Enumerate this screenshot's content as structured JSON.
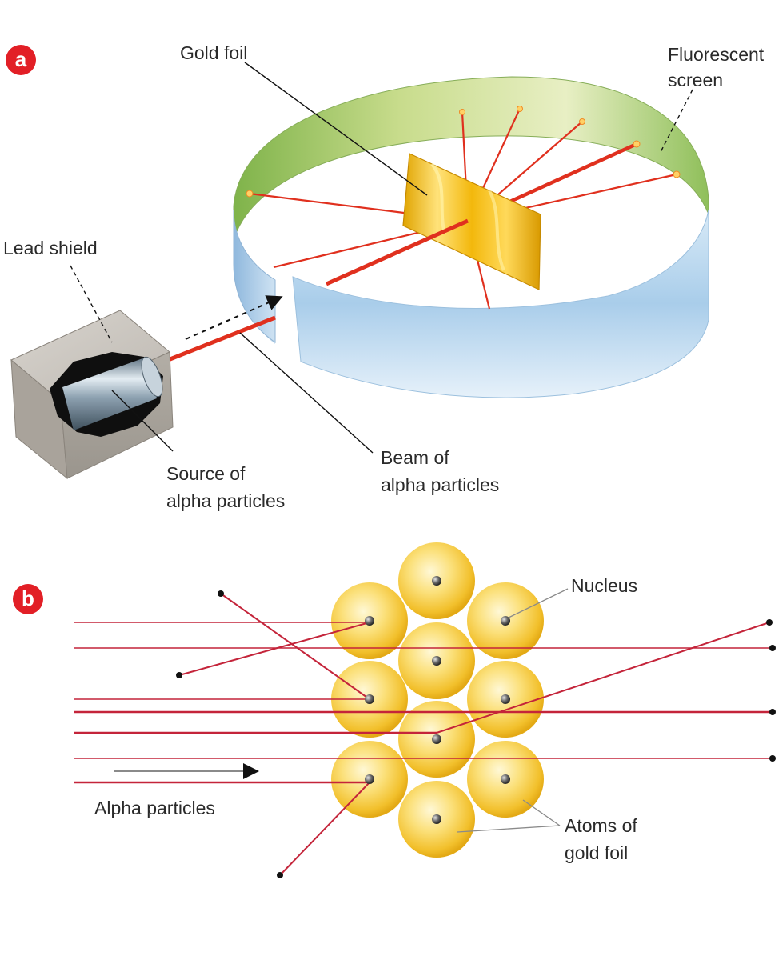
{
  "figure": {
    "panel_a": {
      "badge": "a",
      "labels": {
        "gold_foil": "Gold foil",
        "fluorescent_1": "Fluorescent",
        "fluorescent_2": "screen",
        "lead_shield": "Lead shield",
        "source_1": "Source of",
        "source_2": "alpha particles",
        "beam_1": "Beam of",
        "beam_2": "alpha particles"
      }
    },
    "panel_b": {
      "badge": "b",
      "labels": {
        "nucleus": "Nucleus",
        "alpha_particles": "Alpha particles",
        "atoms_1": "Atoms of",
        "atoms_2": "gold foil"
      }
    }
  },
  "colors": {
    "beam": "#e0301e",
    "track": "#c4243a",
    "gold": "#f5c52c",
    "screen_green": "#9cc46a",
    "screen_blue": "#a9cdea",
    "badge": "#e21f26"
  }
}
